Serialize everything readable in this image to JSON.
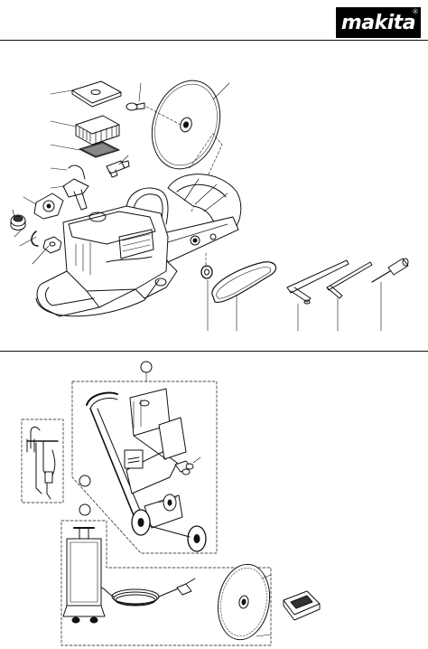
{
  "header": {
    "brand_logo_text": "makita",
    "registered_mark": "®"
  },
  "icons": {
    "brand": "makita-logo",
    "upper_figure": "power-cutter-accessories-exploded-view",
    "lower_figure": "cart-and-water-tank-accessories"
  },
  "colors": {
    "ink": "#111111",
    "paper": "#ffffff",
    "logo_bg": "#000000",
    "logo_fg": "#ffffff"
  }
}
